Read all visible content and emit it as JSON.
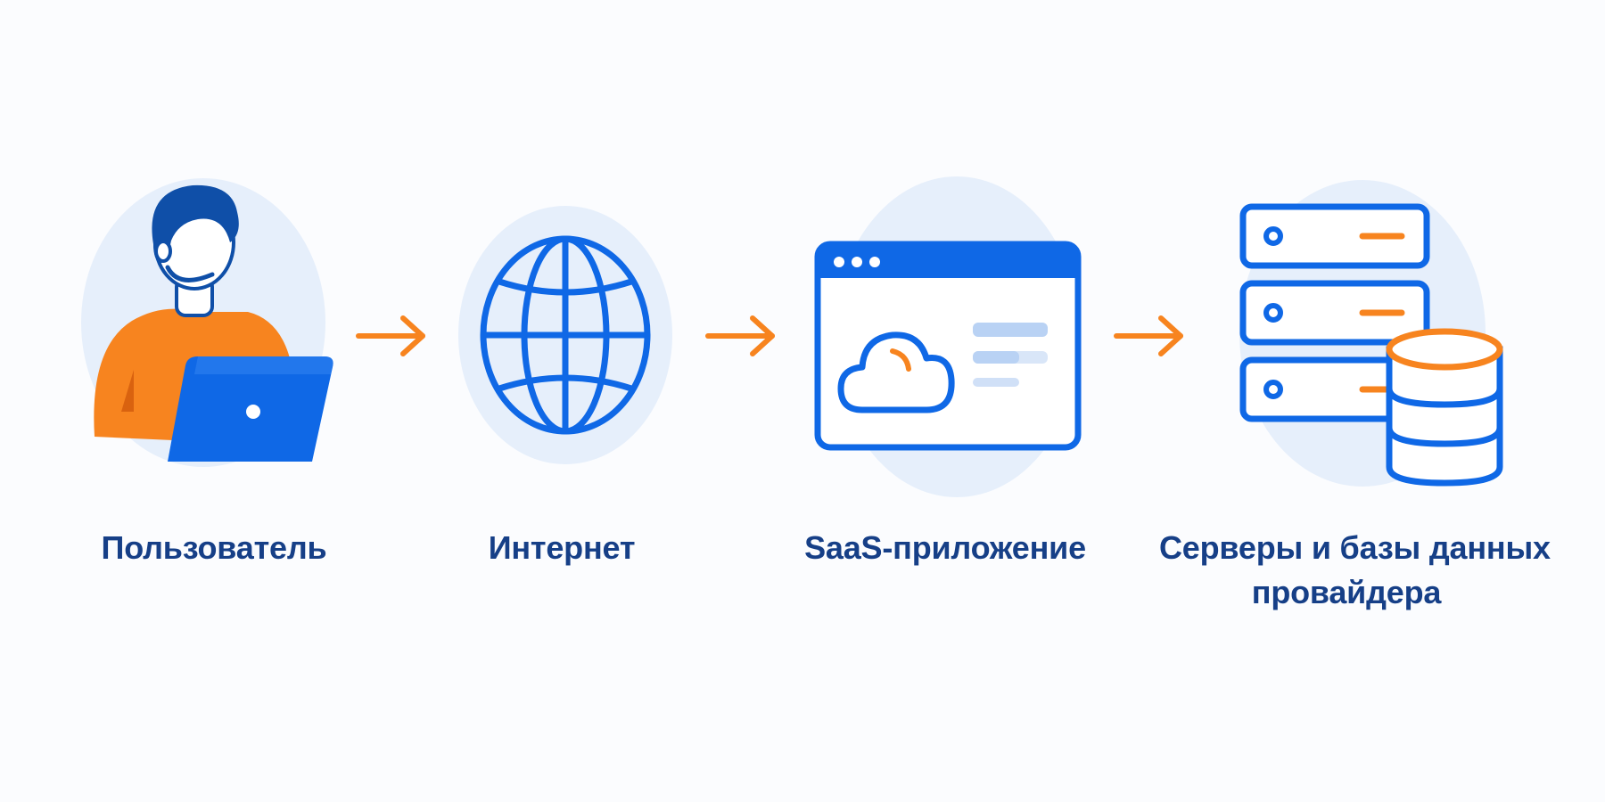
{
  "diagram": {
    "colors": {
      "blue": "#0f68e6",
      "blue_light_bg": "#e6effb",
      "orange": "#f7841f",
      "label": "#163f87",
      "skin": "#ffffff",
      "hair": "#0f4fa8"
    },
    "nodes": [
      {
        "id": "user",
        "icon": "user-with-laptop-icon",
        "label_lines": [
          "Пользователь"
        ]
      },
      {
        "id": "internet",
        "icon": "globe-icon",
        "label_lines": [
          "Интернет"
        ]
      },
      {
        "id": "saas",
        "icon": "browser-cloud-app-icon",
        "label_lines": [
          "SaaS-приложение"
        ]
      },
      {
        "id": "servers",
        "icon": "server-database-icon",
        "label_lines": [
          "Серверы и базы данных",
          "провайдера"
        ]
      }
    ],
    "connectors": [
      {
        "from": "user",
        "to": "internet",
        "icon": "arrow-right-icon"
      },
      {
        "from": "internet",
        "to": "saas",
        "icon": "arrow-right-icon"
      },
      {
        "from": "saas",
        "to": "servers",
        "icon": "arrow-right-icon"
      }
    ]
  }
}
